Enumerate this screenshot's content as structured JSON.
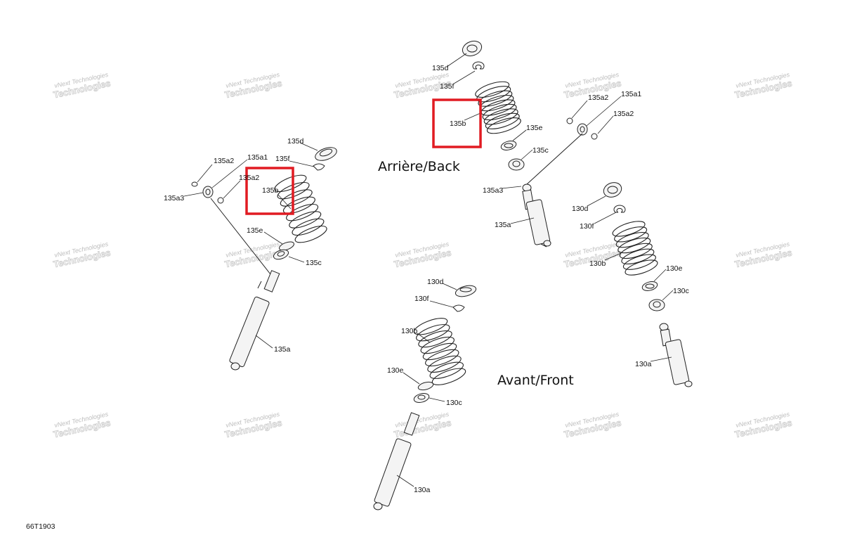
{
  "diagram": {
    "sections": {
      "rear": "Arrière/Back",
      "front": "Avant/Front"
    },
    "figure_id": "66T1903",
    "watermark": {
      "line1": "vNext Technologies",
      "line2": "Technologies"
    },
    "labels": {
      "l_135a2_left": "135a2",
      "l_135a1_left": "135a1",
      "l_135d_left": "135d",
      "l_135f_left": "135f",
      "l_135a2_left_b": "135a2",
      "l_135b_left": "135b",
      "l_135a3_left": "135a3",
      "l_135e_left": "135e",
      "l_135c_left": "135c",
      "l_135a_left": "135a",
      "l_135d_top": "135d",
      "l_135f_top": "135f",
      "l_135b_top": "135b",
      "l_135e_top": "135e",
      "l_135c_top": "135c",
      "l_135a3_right": "135a3",
      "l_135a_right": "135a",
      "l_135a2_right_a": "135a2",
      "l_135a1_right": "135a1",
      "l_135a2_right_b": "135a2",
      "l_130d_right": "130d",
      "l_130f_right": "130f",
      "l_130b_right": "130b",
      "l_130e_right": "130e",
      "l_130c_right": "130c",
      "l_130a_right": "130a",
      "l_130d_center": "130d",
      "l_130f_center": "130f",
      "l_130b_center": "130b",
      "l_130e_center": "130e",
      "l_130c_center": "130c",
      "l_130a_center": "130a"
    },
    "highlight_color": "#e11b22"
  }
}
